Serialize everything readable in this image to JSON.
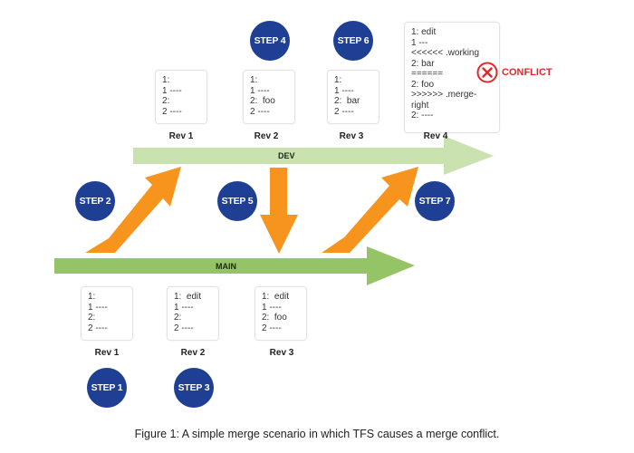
{
  "colors": {
    "dev_branch": "#c9e2b0",
    "main_branch": "#95c466",
    "merge_arrow": "#f7941e",
    "step_circle": "#1f3f95",
    "conflict": "#e5262a"
  },
  "branches": {
    "dev": {
      "label": "DEV"
    },
    "main": {
      "label": "MAIN"
    }
  },
  "dev_revisions": [
    {
      "label": "Rev 1",
      "lines": [
        "1:",
        "1 ----",
        "2:",
        "2 ----"
      ]
    },
    {
      "label": "Rev 2",
      "lines": [
        "1:",
        "1 ----",
        "2:  foo",
        "2 ----"
      ]
    },
    {
      "label": "Rev 3",
      "lines": [
        "1:",
        "1 ----",
        "2:  bar",
        "2 ----"
      ]
    },
    {
      "label": "Rev 4",
      "lines": [
        "1: edit",
        "1 ---",
        "<<<<<< .working",
        "2: bar",
        "======",
        "2: foo",
        ">>>>>> .merge-",
        "right",
        "2: ----"
      ]
    }
  ],
  "main_revisions": [
    {
      "label": "Rev 1",
      "lines": [
        "1:",
        "1 ----",
        "2:",
        "2 ----"
      ]
    },
    {
      "label": "Rev 2",
      "lines": [
        "1:  edit",
        "1 ----",
        "2:",
        "2 ----"
      ]
    },
    {
      "label": "Rev 3",
      "lines": [
        "1:  edit",
        "1 ----",
        "2:  foo",
        "2 ----"
      ]
    }
  ],
  "steps": {
    "step1": "STEP 1",
    "step2": "STEP 2",
    "step3": "STEP 3",
    "step4": "STEP 4",
    "step5": "STEP 5",
    "step6": "STEP 6",
    "step7": "STEP 7"
  },
  "conflict": {
    "icon": "x-circle-icon",
    "label": "CONFLICT"
  },
  "caption": "Figure 1: A simple merge scenario in which TFS causes a merge conflict."
}
